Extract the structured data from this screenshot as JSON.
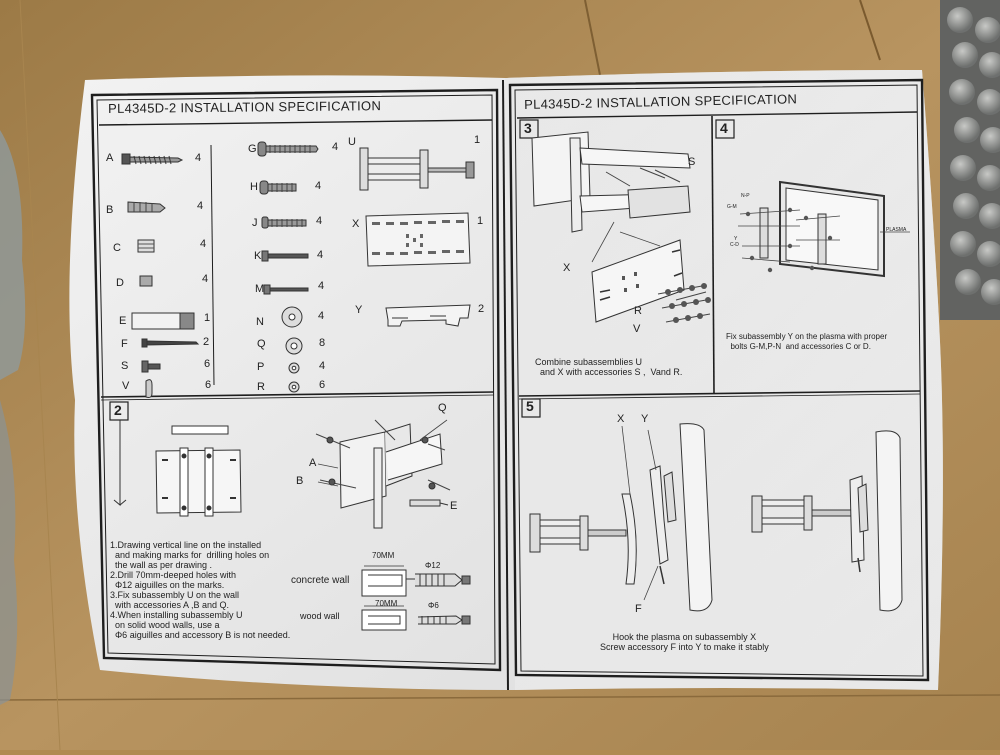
{
  "left_sheet": {
    "title": "PL4345D-2 INSTALLATION   SPECIFICATION",
    "parts_col1": [
      {
        "letter": "A",
        "qty": "4"
      },
      {
        "letter": "B",
        "qty": "4"
      },
      {
        "letter": "C",
        "qty": "4"
      },
      {
        "letter": "D",
        "qty": "4"
      },
      {
        "letter": "E",
        "qty": "1"
      },
      {
        "letter": "F",
        "qty": "2"
      },
      {
        "letter": "S",
        "qty": "6"
      },
      {
        "letter": "V",
        "qty": "6"
      }
    ],
    "parts_col2": [
      {
        "letter": "G",
        "qty": "4"
      },
      {
        "letter": "H",
        "qty": "4"
      },
      {
        "letter": "J",
        "qty": "4"
      },
      {
        "letter": "K",
        "qty": "4"
      },
      {
        "letter": "M",
        "qty": "4"
      },
      {
        "letter": "N",
        "qty": "4"
      },
      {
        "letter": "Q",
        "qty": "8"
      },
      {
        "letter": "P",
        "qty": "4"
      },
      {
        "letter": "R",
        "qty": "6"
      }
    ],
    "parts_col3": [
      {
        "letter": "U",
        "qty": "1"
      },
      {
        "letter": "X",
        "qty": "1"
      },
      {
        "letter": "Y",
        "qty": "2"
      }
    ],
    "step2": {
      "number": "2",
      "callouts": {
        "q": "Q",
        "a": "A",
        "b": "B",
        "e": "E"
      },
      "instructions": "1.Drawing vertical line on the installed\n  and making marks for  drilling holes on\n  the wall as per drawing .\n2.Drill 70mm-deeped holes with\n  Φ12 aiguilles on the marks.\n3.Fix subassembly U on the wall\n  with accessories A ,B and Q.\n4.When installing subassembly U\n  on solid wood walls, use a\n  Φ6 aiguilles and accessory B is not needed.",
      "concrete_label": "concrete wall",
      "wood_label": "wood wall",
      "concrete_depth": "70MM",
      "concrete_dia": "Φ12",
      "wood_depth": "70MM",
      "wood_dia": "Φ6"
    }
  },
  "right_sheet": {
    "title": "PL4345D-2 INSTALLATION   SPECIFICATION",
    "step3": {
      "number": "3",
      "callouts": {
        "s": "S",
        "x": "X",
        "r": "R",
        "v": "V"
      },
      "caption": "Combine subassemblies U\n  and X with accessories S ,  Vand R."
    },
    "step4": {
      "number": "4",
      "plasma": "PLASMA",
      "small_labels": [
        "N-P",
        "G-M",
        "Y",
        "C-D"
      ],
      "caption": "Fix subassembly Y on the plasma with proper\n  bolts G-M,P-N  and accessories C or D."
    },
    "step5": {
      "number": "5",
      "callouts": {
        "x": "X",
        "y": "Y",
        "f": "F"
      },
      "caption": "Hook the plasma on subassembly X\nScrew accessory F into Y to make it stably"
    }
  }
}
